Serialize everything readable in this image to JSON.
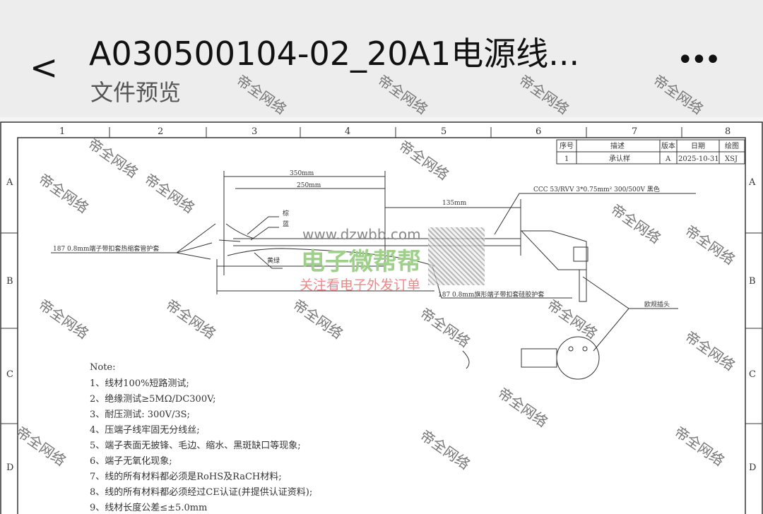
{
  "header": {
    "back_icon": "chevron-left-icon",
    "title": "A030500104-02_20A1电源线...",
    "subtitle": "文件预览",
    "more_icon": "more-dots-icon",
    "more": "•••"
  },
  "drawing": {
    "columns": [
      "1",
      "2",
      "3",
      "4",
      "5",
      "6",
      "7",
      "8"
    ],
    "rows": [
      "A",
      "B",
      "C",
      "D"
    ],
    "title_block": {
      "headers": [
        "序号",
        "描述",
        "版本",
        "日期",
        "绘图"
      ],
      "row": [
        "1",
        "承认样",
        "A",
        "2025-10-31",
        "XSJ"
      ]
    },
    "labels": {
      "terminal_left": "187 0.8mm端子带扣套热缩套管护套",
      "brown": "棕",
      "blue": "蓝",
      "yellow_green": "黄绿",
      "terminal_right": "187 0.8mm旗形端子带扣套硅胶护套",
      "cable": "CCC 53/RVV 3*0.75mm²  300/500V 黑色",
      "plug": "欧规插头",
      "dim1": "350mm",
      "dim2": "250mm",
      "dim3": "135mm"
    },
    "notes": [
      "Note:",
      "1、线材100%短路测试;",
      "2、绝缘测试≥5MΩ/DC300V;",
      "3、耐压测试: 300V/3S;",
      "4、压端子线牢固无分线丝;",
      "5、端子表面无披锋、毛边、缩水、黑斑缺口等现象;",
      "6、端子无氧化现象;",
      "7、线的所有材料都必须是RoHS及RaCH材料;",
      "8、线的所有材料都必须经过CE认证(并提供认证资料);",
      "9、线材长度公差≤±5.0mm"
    ]
  },
  "watermark": "帝全网络",
  "overlay": {
    "url": "www.dzwbb.com",
    "brand": "电子微帮帮",
    "slogan": "关注看电子外发订单"
  }
}
